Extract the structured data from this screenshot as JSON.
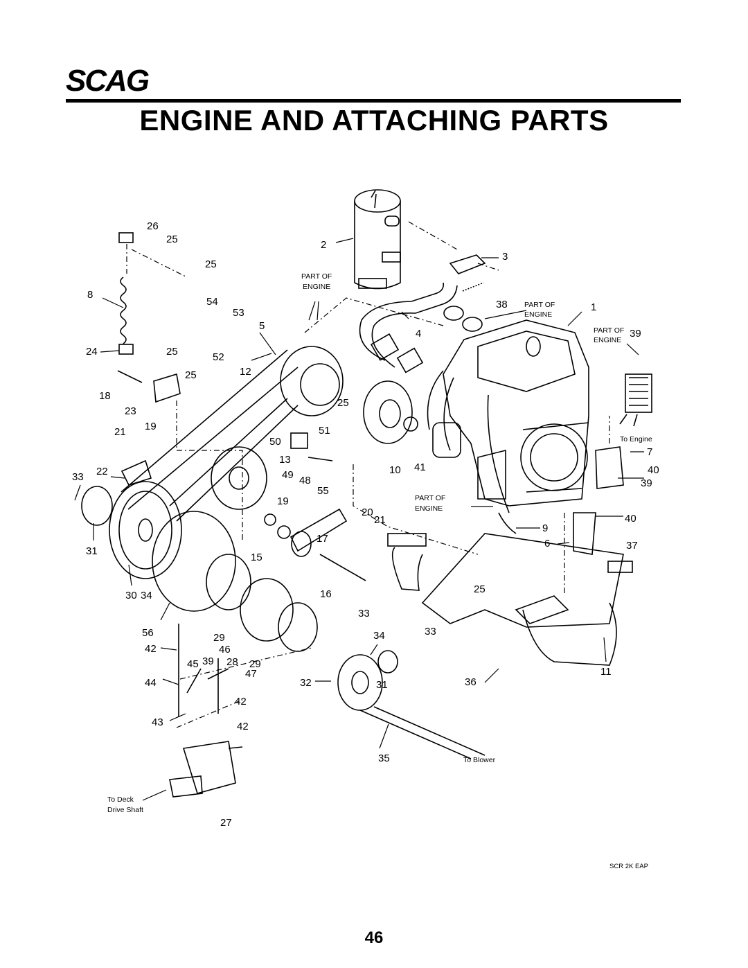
{
  "brand": "SCAG",
  "title": "ENGINE AND ATTACHING PARTS",
  "page_number": "46",
  "drawing_code": "SCR 2K EAP",
  "notes": {
    "part_of_engine": [
      "PART OF",
      "ENGINE"
    ],
    "to_engine": "To Engine",
    "to_blower": "To Blower",
    "to_deck": [
      "To Deck",
      "Drive Shaft"
    ]
  },
  "callouts": [
    "1",
    "2",
    "3",
    "4",
    "5",
    "6",
    "7",
    "8",
    "9",
    "10",
    "11",
    "12",
    "13",
    "15",
    "16",
    "17",
    "18",
    "19",
    "20",
    "21",
    "22",
    "23",
    "24",
    "25",
    "26",
    "27",
    "28",
    "29",
    "30",
    "31",
    "32",
    "33",
    "34",
    "35",
    "36",
    "37",
    "38",
    "39",
    "40",
    "41",
    "42",
    "43",
    "44",
    "45",
    "46",
    "47",
    "48",
    "49",
    "50",
    "51",
    "52",
    "53",
    "54",
    "55",
    "56"
  ]
}
